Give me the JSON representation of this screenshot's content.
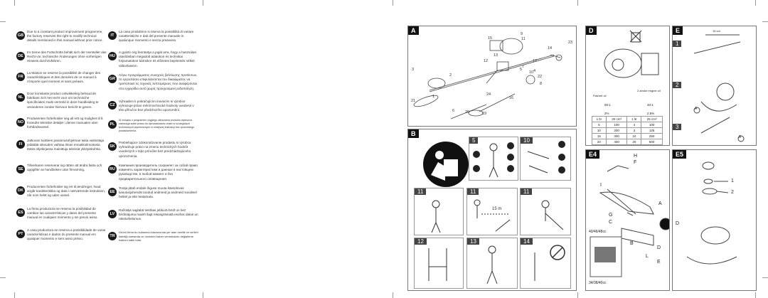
{
  "left_column": [
    {
      "code": "GB",
      "text": "Due to a constant product improvement programme, the factory reserves the right to modify technical details mentioned in this manual without prior notice."
    },
    {
      "code": "DE",
      "text": "Im Sinne des Fortschritts behält sich der Hersteller das Recht vor, technische Änderungen ohne vorherigen Hinweis durchzuführen."
    },
    {
      "code": "FR",
      "text": "La Maison se reserve la possibilité de changer des caractéristiques et des données de ce manuel à n'importe quel moment et sans préavis."
    },
    {
      "code": "NL",
      "text": "Door konstante product ontwikkeling behoud de fabrikant zich het recht voor om technische specificaties zoals vermeld in deze handleiding te veranderen zonder hiervoor bericht te geven."
    },
    {
      "code": "NO",
      "text": "Produsenten forbeholder seg all rett og mulighet til å forandre tekniske detaljer i denne manualen uten forhåndsvarsel."
    },
    {
      "code": "FI",
      "text": "Jatkuvan tuotteen parannusohjelman takia valmistaja pidättää oikeuden vaihtaa ilman ennakkoilmoitusta tässä ohjekirjassa mainittuja teknisiä yksityiskohtia."
    },
    {
      "code": "SE",
      "text": "Tillverkaren reserverar sig rätten att ändra fakta och uppgifter av handboken utan förvarning."
    },
    {
      "code": "DK",
      "text": "Producenten forbeholder sig ret til ændringer, hvad angår karakteristika og data i nærværende instruktion, når som helst og uden varsel."
    },
    {
      "code": "ES",
      "text": "La firma productora se reserva la posibilidad de cambiar las características y datos del presente manual en cualquier momento y sin previo aviso."
    },
    {
      "code": "PT",
      "text": "A casa productora se reserva a possibilidade de variar características e dados do presente manual em qualquer momento e sem aviso prévio."
    }
  ],
  "right_column": [
    {
      "code": "IT",
      "text": "La casa produttrice si riserva la possibilità di variare caratteristiche e dati del presente manuale in qualunque momento e senza preavviso."
    },
    {
      "code": "HU",
      "text": "A gyártó cég fenntartja a jogát arra, hogy a használati utasításban megadott adatokon és technikai folyamatokon bármikor és előzetes bejelentés nélkül változtasson."
    },
    {
      "code": "GR",
      "text": "Λόγω προγράμματος συνεχούς βελτίωσης προϊόντων, το εργοστάσιο επιφυλάσσεται του δικαιώματος να τροποποιεί τις τεχνικές λεπτομέρειες που αναφέρονται στο εγχειρίδιο αυτό χωρίς προηγούμενη ειδοποίηση."
    },
    {
      "code": "CZ",
      "text": "Výhradem k pokračujícím inovacím si výrobce vyhrazuje právo měnit technické hodnoty uvedené v této příručce bez předchozího upozornění."
    },
    {
      "code": "PL",
      "text": "W związku z programem ciągłego ulepszania produktu wytwórca zastrzega sobie prawo do wprowadzania zmian w szczegółach technicznych wymienionych w niniejszej instrukcji bez uprzedniego powiadomienia."
    },
    {
      "code": "SK",
      "text": "Prebiehajúce zdokonaľovanie produktu si výrobca vyhradzuje právo na zmenu technických hodnôt uvedených v tejto príručke bez predchádzajúceho upozornenia."
    },
    {
      "code": "RU",
      "text": "Компания производитель сохраняет за собой право изменять характеристики и данные в настоящем руководстве, в любой момент и без предварительного оповещения."
    },
    {
      "code": "EE",
      "text": "Tootja jätab endale õiguse muuta käesolevas kasutusjuhendis toodud andmeid ja andmeid suvalisel hetkel ja ette teatamata."
    },
    {
      "code": "LV",
      "text": "Ražotājs saglabā tiesības jebkurā brīdī un bez brīdinājuma mainīt šajā rokasgrāmatā esošos datus un raksturlielumus."
    },
    {
      "code": "TR",
      "text": "Ürünü firma bu kullanma kılavuzunda yer alan özellik ve verileri istediği zamanda ve önceden haber vermeksizin değiştirme hakkını saklı tutar."
    }
  ],
  "panels": {
    "A": {
      "label": "A",
      "parts": [
        "3",
        "1",
        "2",
        "15",
        "9",
        "11",
        "23",
        "14",
        "13",
        "17",
        "12",
        "7",
        "10",
        "5",
        "4",
        "22",
        "8",
        "16",
        "24",
        "21",
        "6",
        "20",
        "19"
      ]
    },
    "B": {
      "label": "B",
      "tiles": [
        "5",
        "10",
        "11",
        "11",
        "11",
        "12",
        "13",
        "14"
      ],
      "distance": "15 m"
    },
    "D": {
      "label": "D",
      "table_header_left": "Fiat/oet oil",
      "table_header_right": "2-stroke engine oil",
      "ratio_left": [
        "50:1",
        "2%"
      ],
      "ratio_right": [
        "40:1",
        "2.5%"
      ],
      "cols": [
        "1 ltr",
        "20 cm³",
        "1 ltr",
        "25 cm³"
      ],
      "rows": [
        [
          "5",
          "100",
          "4",
          "100"
        ],
        [
          "10",
          "200",
          "3",
          "125"
        ],
        [
          "15",
          "300",
          "10",
          "250"
        ],
        [
          "20",
          "400",
          "20",
          "500"
        ]
      ]
    },
    "E": {
      "label": "E",
      "steps": [
        "1",
        "2",
        "3"
      ],
      "callouts": [
        "A",
        "B"
      ],
      "dimension": "15 cm"
    },
    "E4": {
      "label": "E4",
      "letters": [
        "H",
        "F",
        "I",
        "A",
        "G",
        "C",
        "B",
        "D",
        "L",
        "E"
      ],
      "models": "40/46/48cc",
      "models2": "34/38/40cc"
    },
    "E5": {
      "label": "E5",
      "letters": [
        "1",
        "2"
      ],
      "callout": "D"
    }
  }
}
